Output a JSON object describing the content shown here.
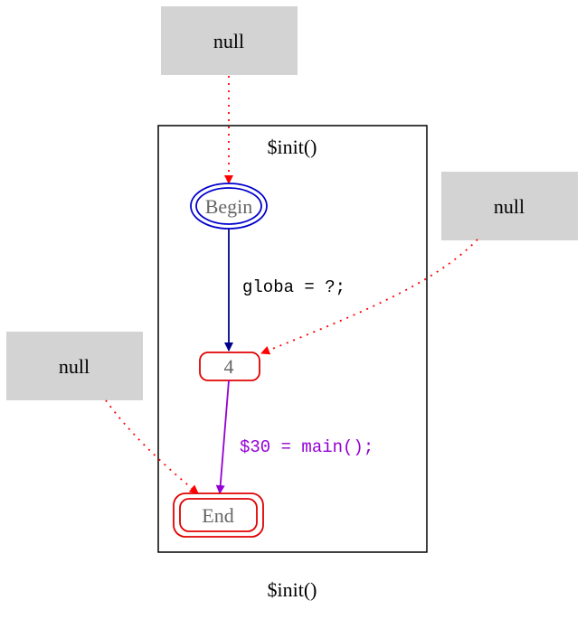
{
  "graph": {
    "caption": "$init()"
  },
  "cluster": {
    "label": "$init()"
  },
  "nodes": {
    "null_top": {
      "label": "null"
    },
    "null_right": {
      "label": "null"
    },
    "null_left": {
      "label": "null"
    },
    "begin": {
      "label": "Begin"
    },
    "n4": {
      "label": "4"
    },
    "end": {
      "label": "End"
    }
  },
  "edges": {
    "begin_to_4": {
      "label": "globa = ?;"
    },
    "n4_to_end": {
      "label": "$30 = main();"
    }
  },
  "colors": {
    "null_fill": "#d3d3d3",
    "begin_stroke": "#0000cc",
    "node_red": "#e00000",
    "null_edge": "#ff0000",
    "edge_navy": "#00008b",
    "edge_purple": "#9400d3",
    "node_text": "#666666"
  }
}
